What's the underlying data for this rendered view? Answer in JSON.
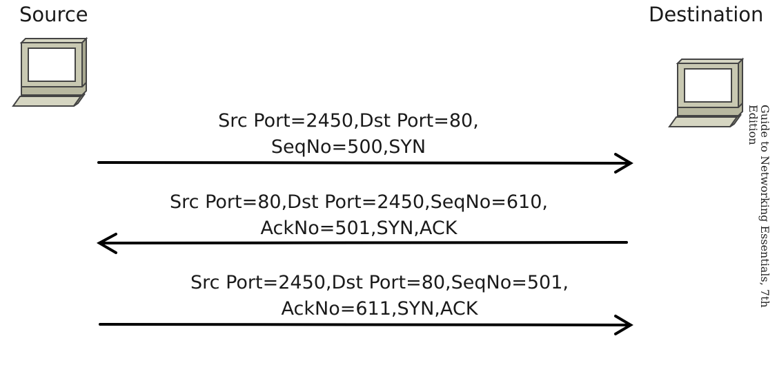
{
  "source": {
    "label": "Source"
  },
  "destination": {
    "label": "Destination"
  },
  "messages": [
    {
      "line1": "Src Port=2450,Dst Port=80,",
      "line2": "SeqNo=500,SYN",
      "direction": "right"
    },
    {
      "line1": "Src Port=80,Dst Port=2450,SeqNo=610,",
      "line2": "AckNo=501,SYN,ACK",
      "direction": "left"
    },
    {
      "line1": "Src Port=2450,Dst Port=80,SeqNo=501,",
      "line2": "AckNo=611,SYN,ACK",
      "direction": "right"
    }
  ],
  "caption": "Guide to Networking Essentials, 7th Edition",
  "colors": {
    "arrow": "#000000",
    "monitor_body": "#c9c9b2",
    "screen": "#ffffff"
  },
  "icons": {
    "source": "computer-icon",
    "destination": "computer-icon"
  }
}
